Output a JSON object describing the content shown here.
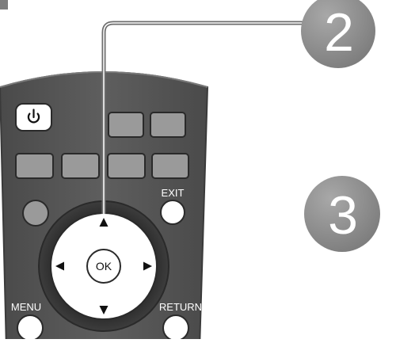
{
  "step_markers": {
    "step_2": "2",
    "step_3": "3"
  },
  "remote": {
    "exit_label": "EXIT",
    "menu_label": "MENU",
    "return_label": "RETURN",
    "ok_label": "OK"
  },
  "icons": {
    "power": "power-icon",
    "up": "arrow-up-icon",
    "down": "arrow-down-icon",
    "left": "arrow-left-icon",
    "right": "arrow-right-icon"
  },
  "colors": {
    "remote_body": "#5a5a5a",
    "remote_edge": "#3e3e3e",
    "button_gray": "#9a9a9a",
    "button_light": "#ffffff",
    "step_circle": "#8c8c8c",
    "callout_line": "#6e6e6e"
  }
}
